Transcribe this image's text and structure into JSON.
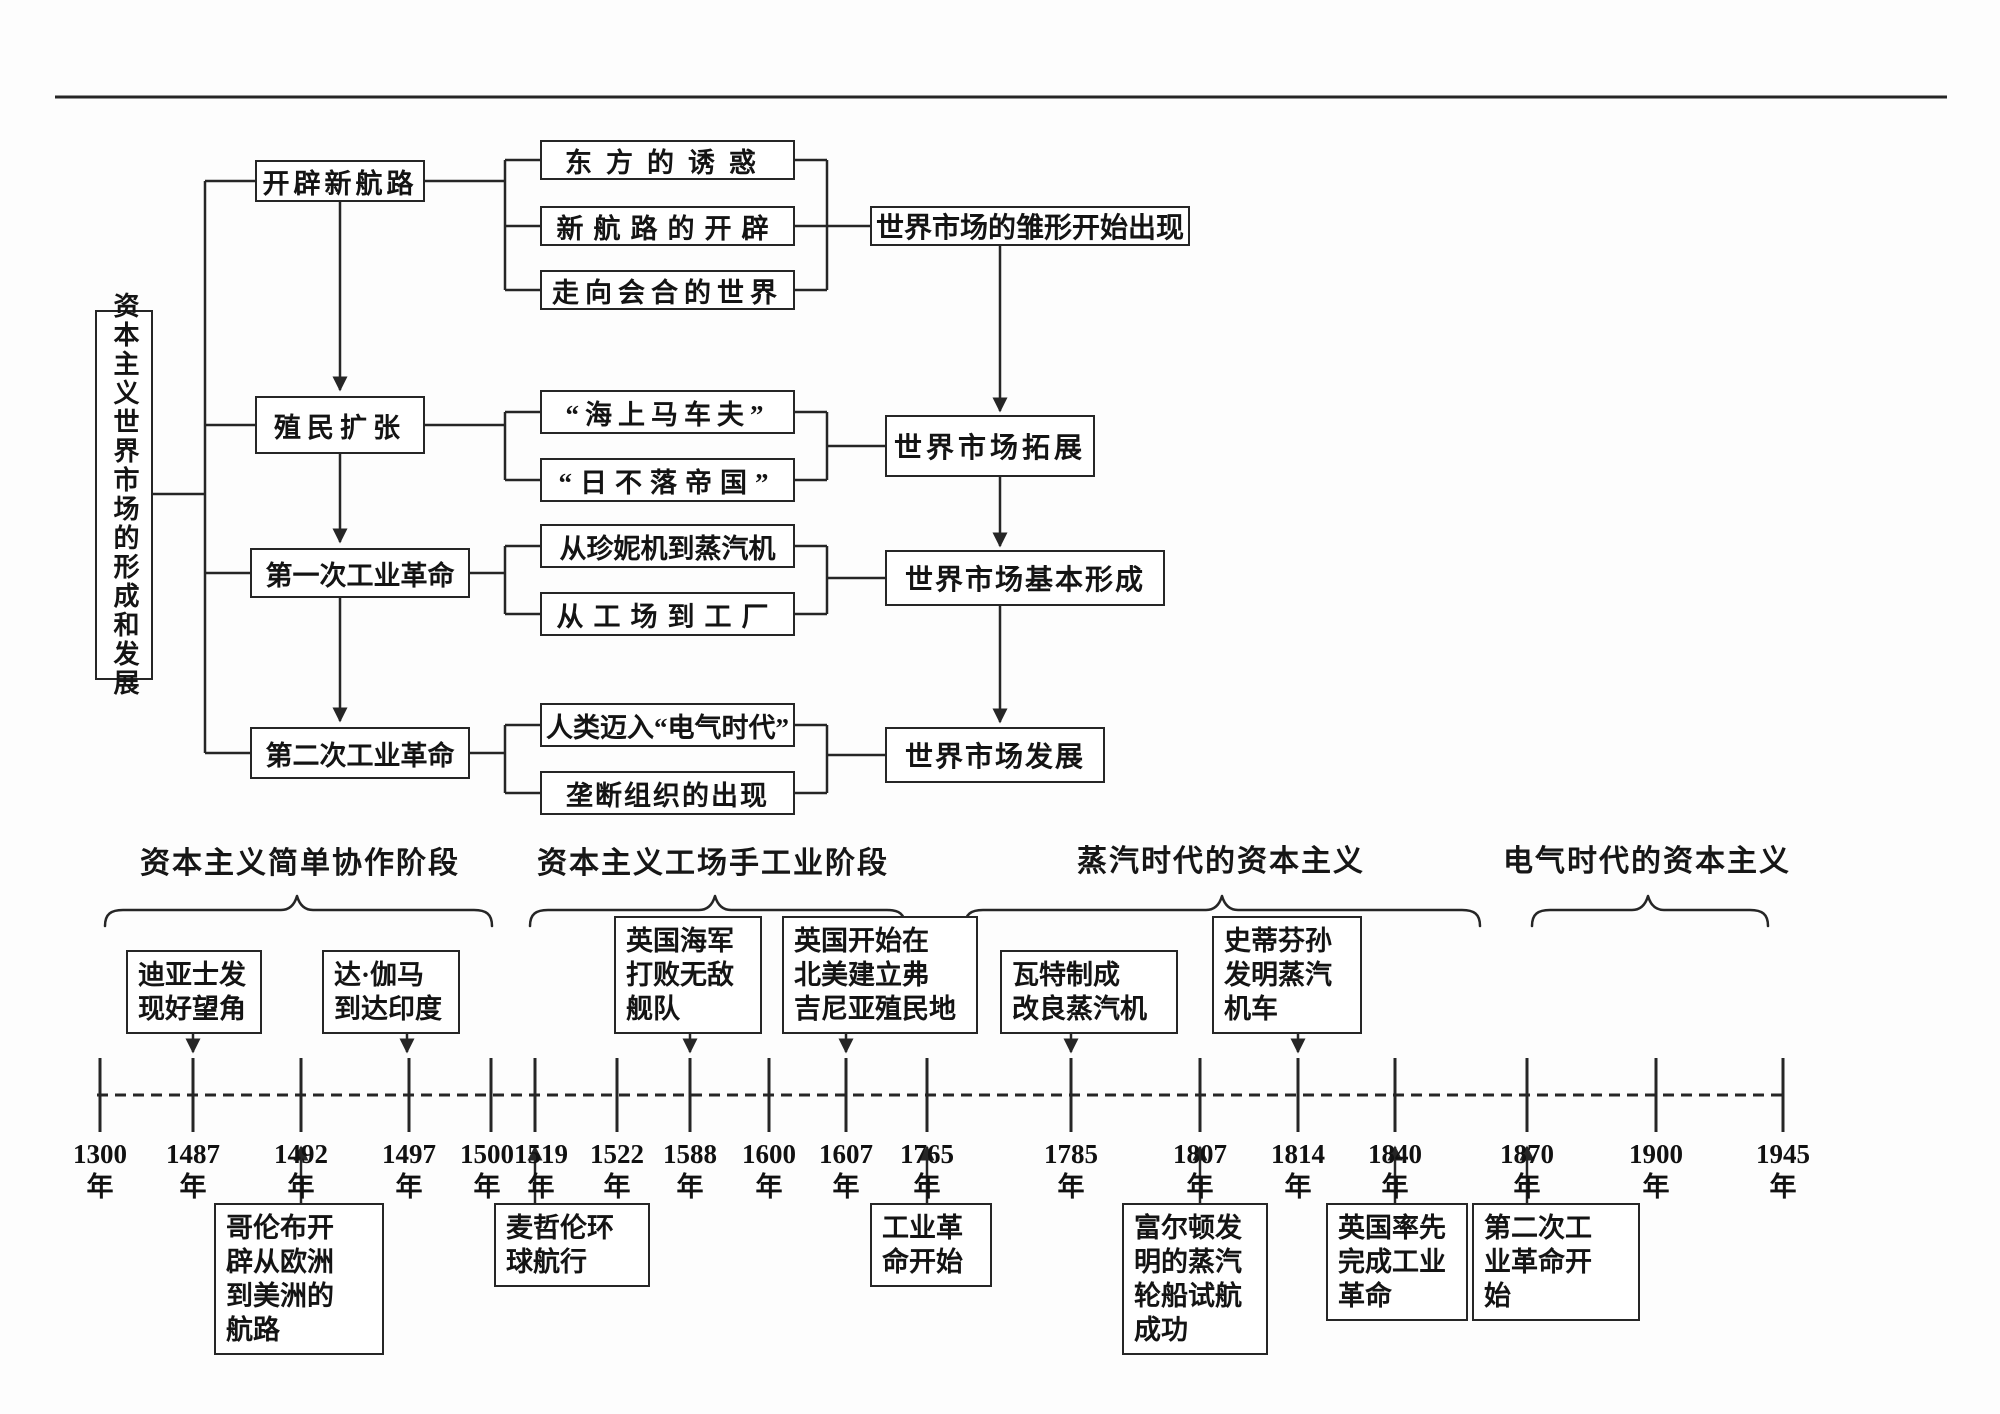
{
  "flowchart": {
    "root": "资本主义世界市场的形成和发展",
    "branches": [
      {
        "label": "开辟新航路",
        "children": [
          "东方的诱惑",
          "新航路的开辟",
          "走向会合的世界"
        ],
        "result": "世界市场的雏形开始出现"
      },
      {
        "label": "殖民扩张",
        "children": [
          "“海上马车夫”",
          "“日不落帝国”"
        ],
        "result": "世界市场拓展"
      },
      {
        "label": "第一次工业革命",
        "children": [
          "从珍妮机到蒸汽机",
          "从工场到工厂"
        ],
        "result": "世界市场基本形成"
      },
      {
        "label": "第二次工业革命",
        "children": [
          "人类迈入“电气时代”",
          "垄断组织的出现"
        ],
        "result": "世界市场发展"
      }
    ]
  },
  "timeline": {
    "stages": [
      "资本主义简单协作阶段",
      "资本主义工场手工业阶段",
      "蒸汽时代的资本主义",
      "电气时代的资本主义"
    ],
    "years": [
      "1300",
      "1487",
      "1492",
      "1497",
      "1500",
      "1519",
      "1522",
      "1588",
      "1600",
      "1607",
      "1765",
      "1785",
      "1807",
      "1814",
      "1840",
      "1870",
      "1900",
      "1945"
    ],
    "year_suffix": "年",
    "events_above": [
      {
        "year": "1487",
        "label": "迪亚士发\n现好望角"
      },
      {
        "year": "1497",
        "label": "达·伽马\n到达印度"
      },
      {
        "year": "1588",
        "label": "英国海军\n打败无敌\n舰队"
      },
      {
        "year": "1607",
        "label": "英国开始在\n北美建立弗\n吉尼亚殖民地"
      },
      {
        "year": "1785",
        "label": "瓦特制成\n改良蒸汽机"
      },
      {
        "year": "1814",
        "label": "史蒂芬孙\n发明蒸汽\n机车"
      }
    ],
    "events_below": [
      {
        "year": "1492",
        "label": "哥伦布开\n辟从欧洲\n到美洲的\n航路"
      },
      {
        "year": "1519",
        "label": "麦哲伦环\n球航行"
      },
      {
        "year": "1765",
        "label": "工业革\n命开始"
      },
      {
        "year": "1807",
        "label": "富尔顿发\n明的蒸汽\n轮船试航\n成功"
      },
      {
        "year": "1840",
        "label": "英国率先\n完成工业\n革命"
      },
      {
        "year": "1870",
        "label": "第二次工\n业革命开\n始"
      }
    ]
  }
}
